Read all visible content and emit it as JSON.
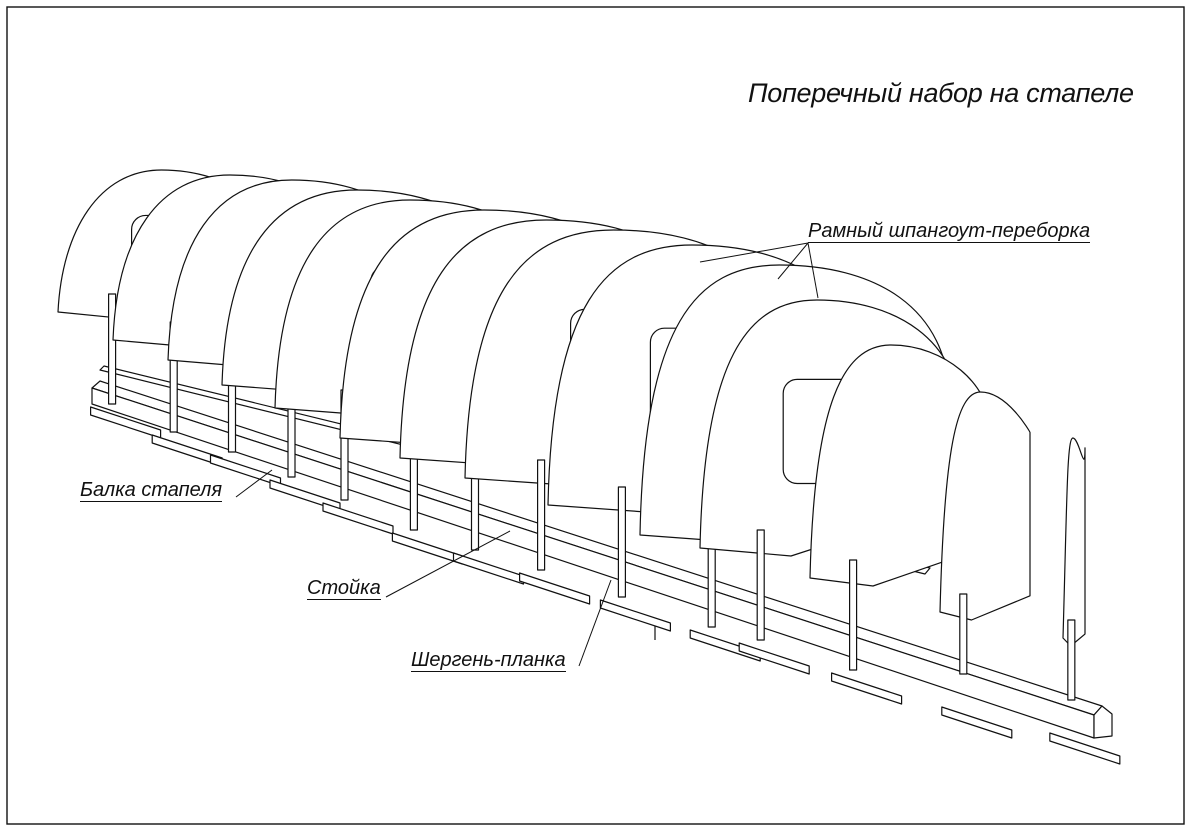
{
  "title": "Поперечный набор на стапеле",
  "labels": {
    "frame_bulkhead": "Рамный шпангоут-переборка",
    "slipway_beam": "Балка стапеля",
    "post": "Стойка",
    "shergen_plank": "Шергень-планка"
  },
  "colors": {
    "line": "#111111",
    "fill": "#ffffff"
  }
}
